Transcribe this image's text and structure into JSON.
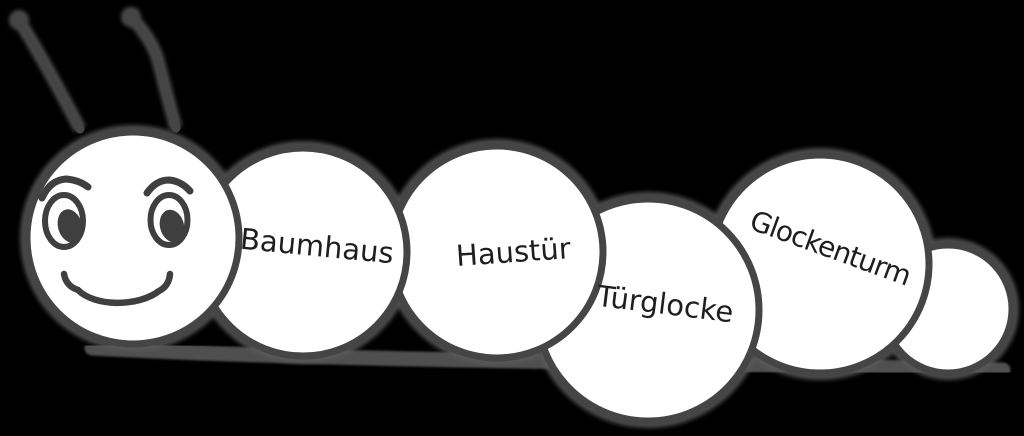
{
  "colors": {
    "background": "#000000",
    "segment-fill": "#ffffff",
    "outline": "#454545",
    "halo": "#5a5a5a",
    "ground": "#4f4f4f",
    "face": "#3f3f3f",
    "label-text": "#1e1e1e"
  },
  "caterpillar": {
    "segments": [
      {
        "label": "Baumhaus"
      },
      {
        "label": "Haustür"
      },
      {
        "label": "Türglocke"
      },
      {
        "label": "Glockenturm"
      }
    ]
  }
}
